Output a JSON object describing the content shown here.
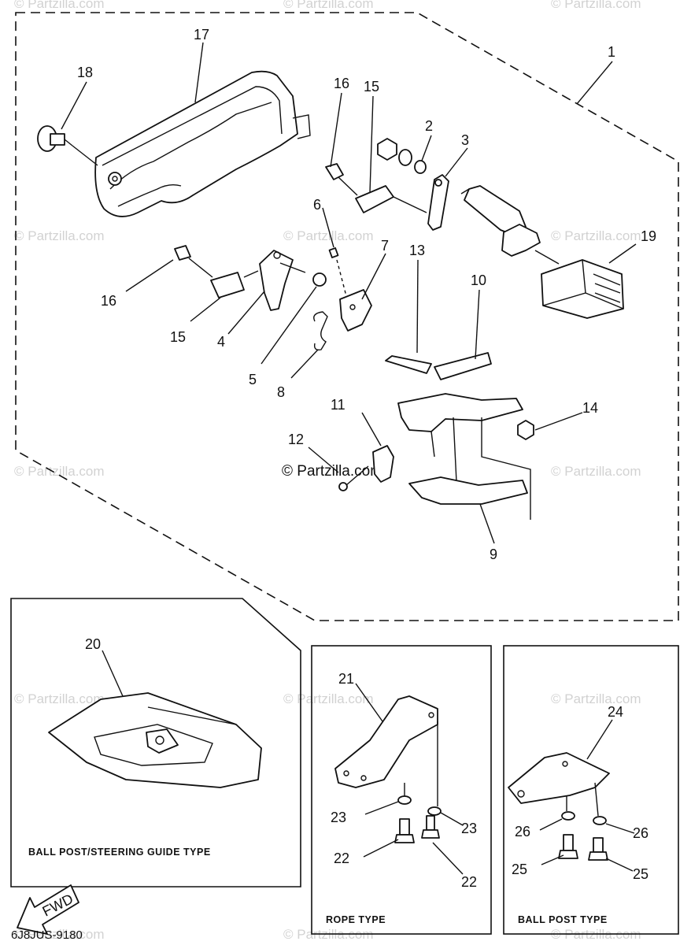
{
  "watermarks": {
    "site": "© Partzilla.com",
    "center": "© Partzilla.com"
  },
  "callouts": [
    "1",
    "2",
    "3",
    "4",
    "5",
    "6",
    "7",
    "8",
    "9",
    "10",
    "11",
    "12",
    "13",
    "14",
    "15",
    "15",
    "16",
    "16",
    "17",
    "18",
    "19",
    "20",
    "21",
    "22",
    "22",
    "23",
    "23",
    "24",
    "25",
    "25",
    "26",
    "26"
  ],
  "panels": {
    "ball_post_steering": "BALL POST/STEERING GUIDE TYPE",
    "rope": "ROPE TYPE",
    "ball_post": "BALL POST TYPE"
  },
  "fwd_label": "FWD",
  "diagram_code": "6J8JUS-9180"
}
